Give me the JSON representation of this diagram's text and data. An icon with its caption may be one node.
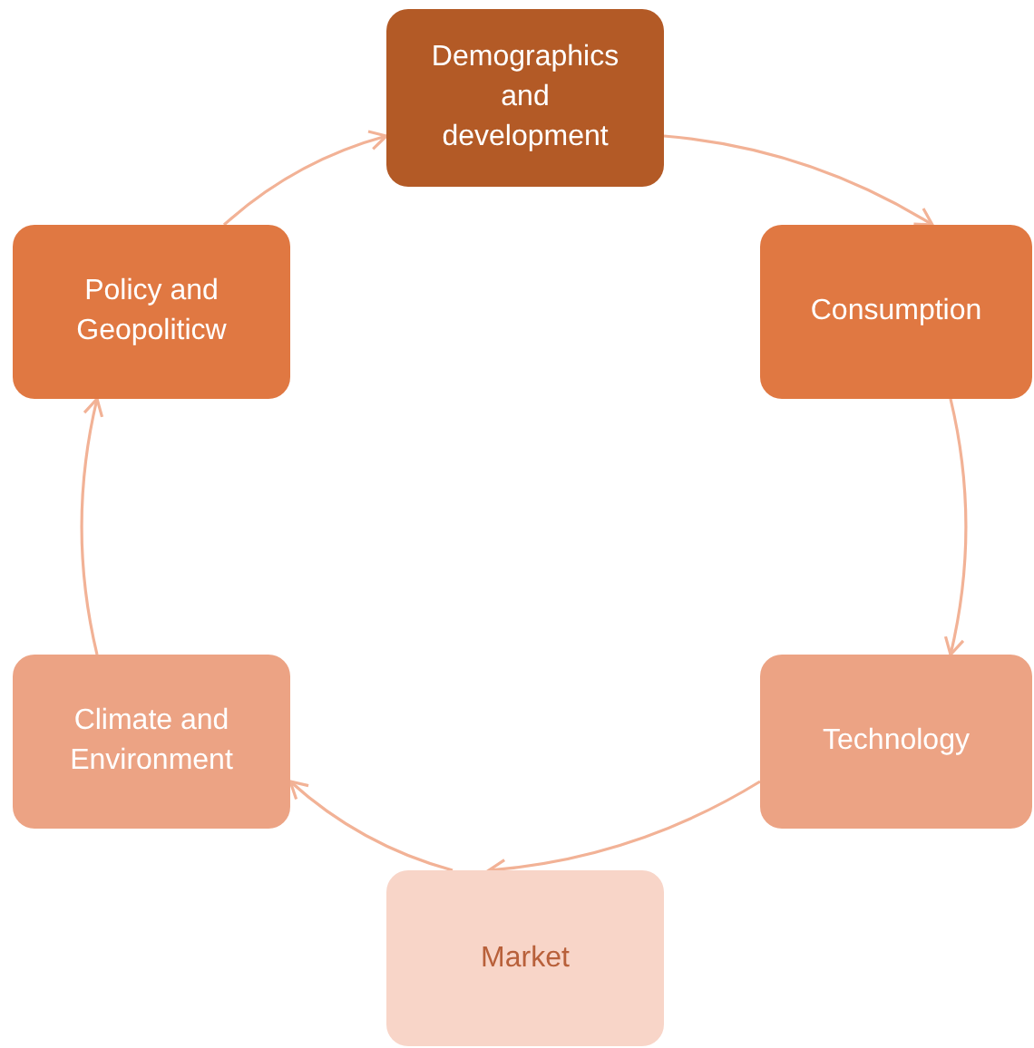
{
  "diagram": {
    "nodes": [
      {
        "text": [
          "Demographics and development"
        ]
      },
      {
        "text": [
          "Consumption"
        ]
      },
      {
        "text": [
          "Technology"
        ]
      },
      {
        "text": [
          "Market"
        ]
      },
      {
        "text": [
          "Climate and Environment"
        ]
      },
      {
        "text": [
          "Policy and Geopoliticw"
        ]
      }
    ],
    "edges": [
      {
        "from": 0,
        "to": 1,
        "arrow": "to"
      },
      {
        "from": 1,
        "to": 2,
        "arrow": "to"
      },
      {
        "from": 2,
        "to": 3,
        "arrow": "to"
      },
      {
        "from": 3,
        "to": 4,
        "arrow": "to"
      },
      {
        "from": 4,
        "to": 5,
        "arrow": "to"
      },
      {
        "from": 5,
        "to": 0,
        "arrow": "to"
      }
    ]
  }
}
